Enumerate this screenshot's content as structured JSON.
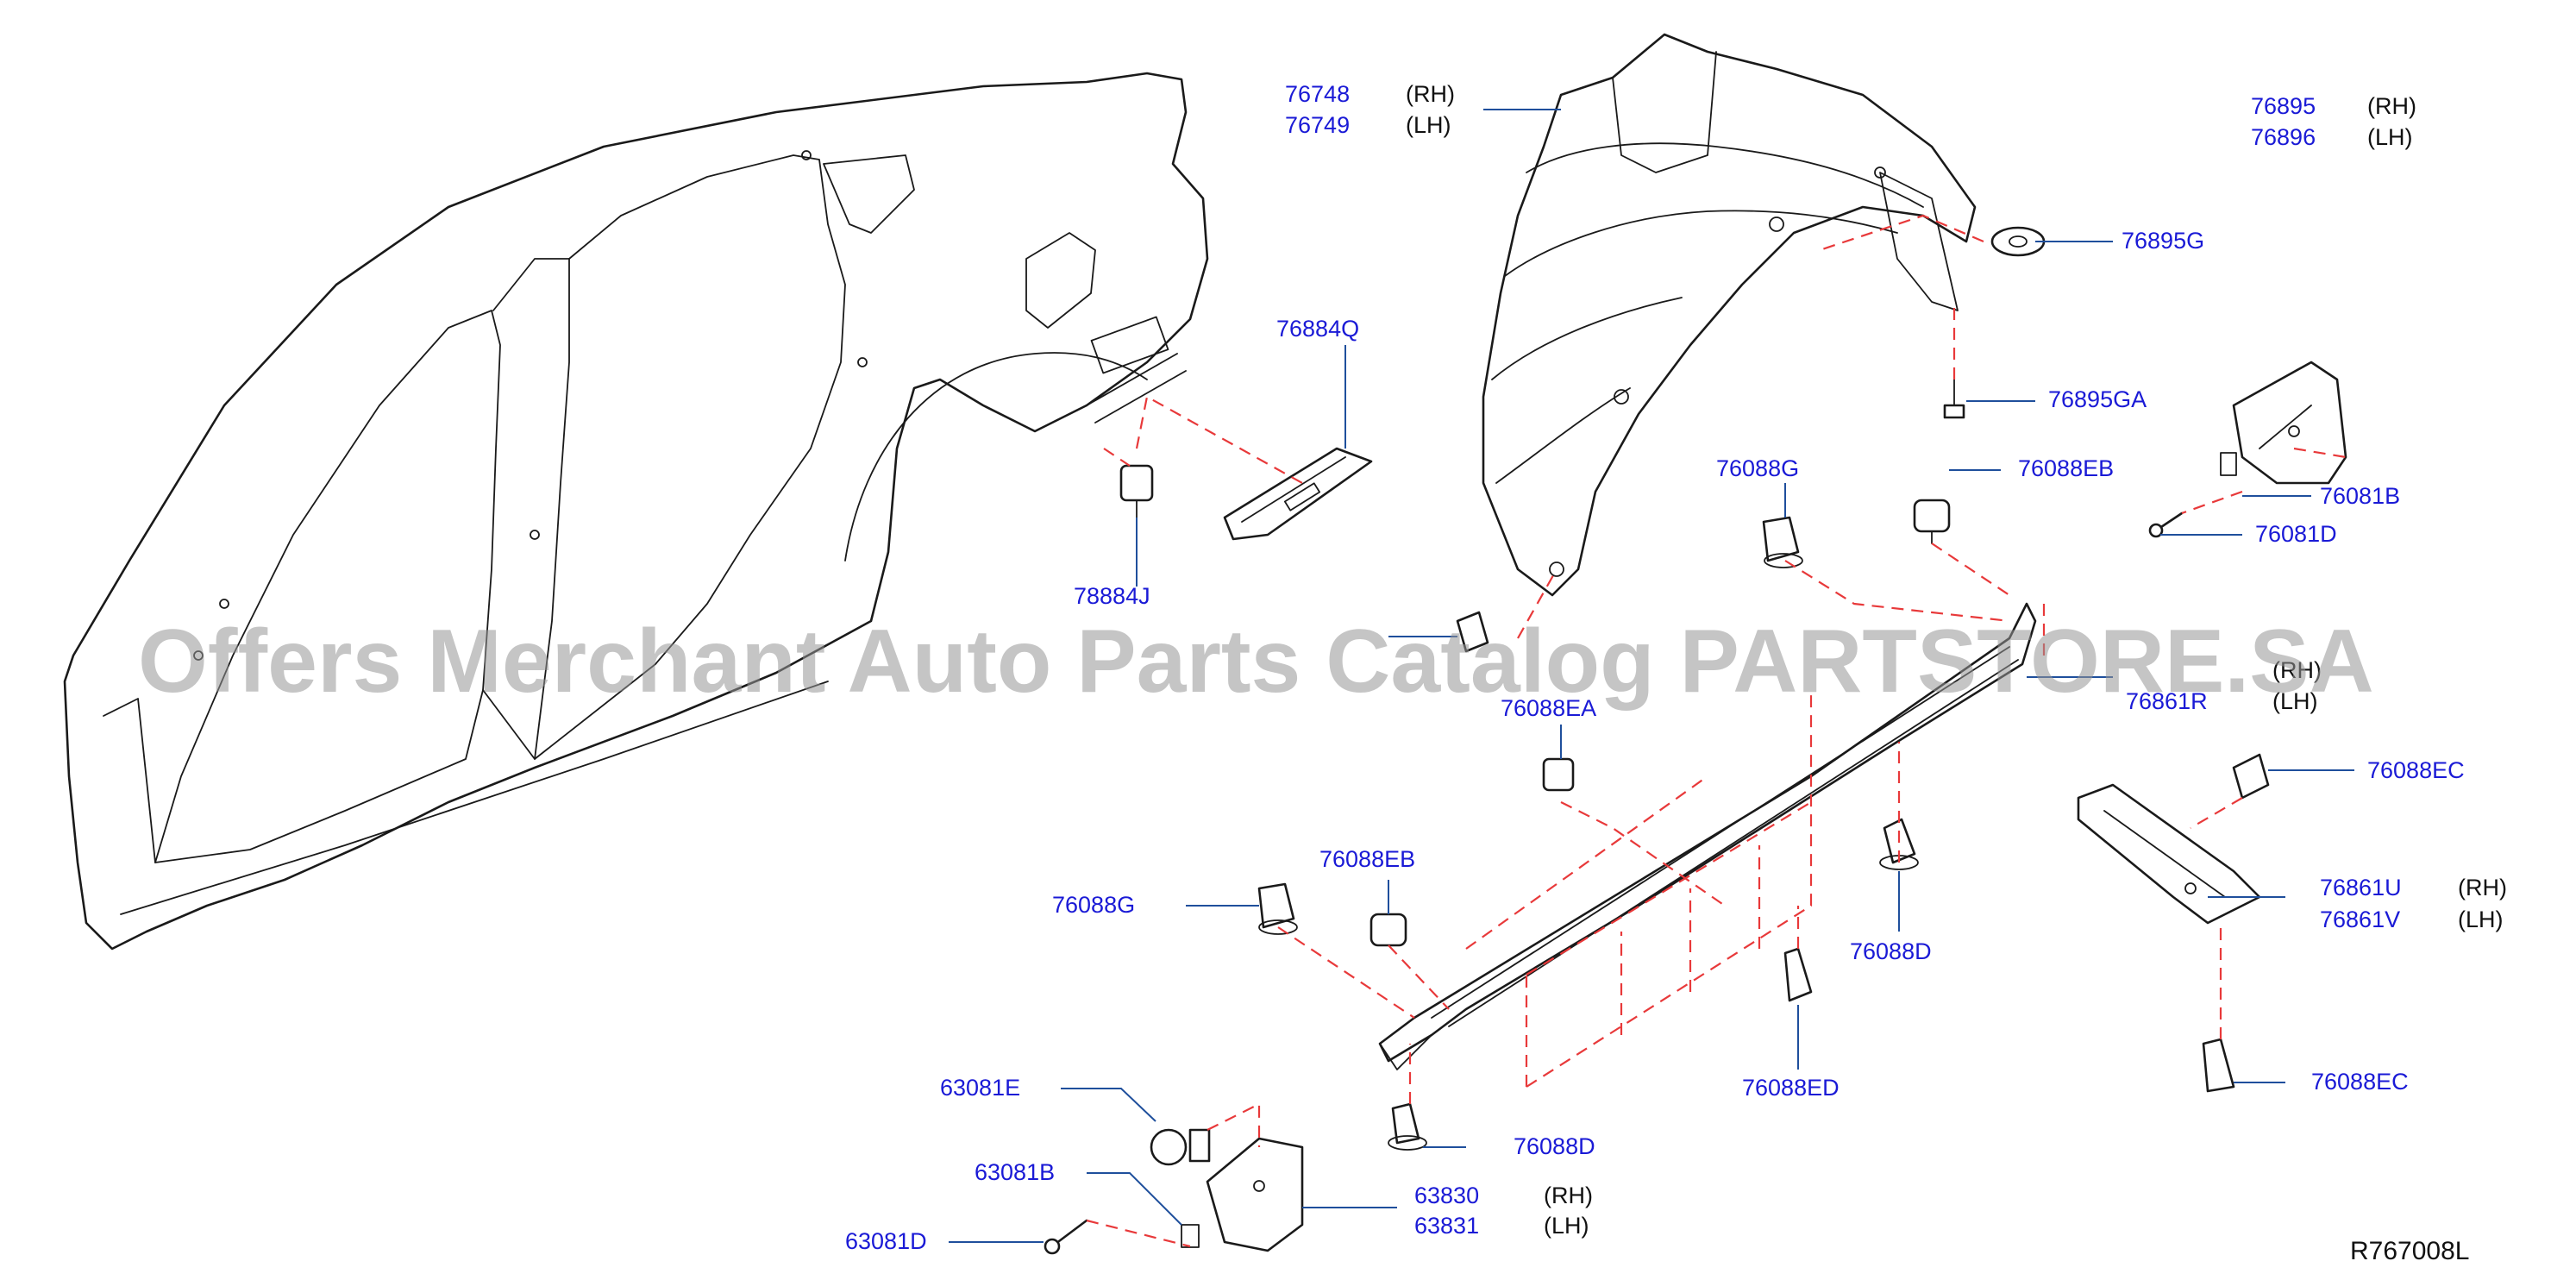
{
  "callouts": [
    {
      "id": "76748",
      "text": "76748"
    },
    {
      "id": "76749",
      "text": "76749"
    },
    {
      "id": "76895",
      "text": "76895"
    },
    {
      "id": "76896",
      "text": "76896"
    },
    {
      "id": "76895G",
      "text": "76895G"
    },
    {
      "id": "76884Q",
      "text": "76884Q"
    },
    {
      "id": "76895GA",
      "text": "76895GA"
    },
    {
      "id": "76088G_top",
      "text": "76088G"
    },
    {
      "id": "76088EB_top",
      "text": "76088EB"
    },
    {
      "id": "76081B",
      "text": "76081B"
    },
    {
      "id": "78884J",
      "text": "78884J"
    },
    {
      "id": "76081D",
      "text": "76081D"
    },
    {
      "id": "76088EA_mid",
      "text": "76088EA"
    },
    {
      "id": "76861R",
      "text": "76861R"
    },
    {
      "id": "76088EC_top",
      "text": "76088EC"
    },
    {
      "id": "76088EB_low",
      "text": "76088EB"
    },
    {
      "id": "76861U",
      "text": "76861U"
    },
    {
      "id": "76861V",
      "text": "76861V"
    },
    {
      "id": "76088G_low",
      "text": "76088G"
    },
    {
      "id": "76088D_mid",
      "text": "76088D"
    },
    {
      "id": "76088ED",
      "text": "76088ED"
    },
    {
      "id": "76088EC_low",
      "text": "76088EC"
    },
    {
      "id": "63081E",
      "text": "63081E"
    },
    {
      "id": "63081B",
      "text": "63081B"
    },
    {
      "id": "76088D_low",
      "text": "76088D"
    },
    {
      "id": "63830",
      "text": "63830"
    },
    {
      "id": "63831",
      "text": "63831"
    },
    {
      "id": "63081D",
      "text": "63081D"
    }
  ],
  "side_markers": {
    "rh": "(RH)",
    "lh": "(LH)"
  },
  "reference_code": "R767008L",
  "watermark": "Offers Merchant Auto Parts Catalog PARTSTORE.SA",
  "colors": {
    "callout_text": "#1a1ad6",
    "leader": "#1f4f9c",
    "dashed_guide": "#e8393a",
    "line_art": "#1a1a1a"
  }
}
